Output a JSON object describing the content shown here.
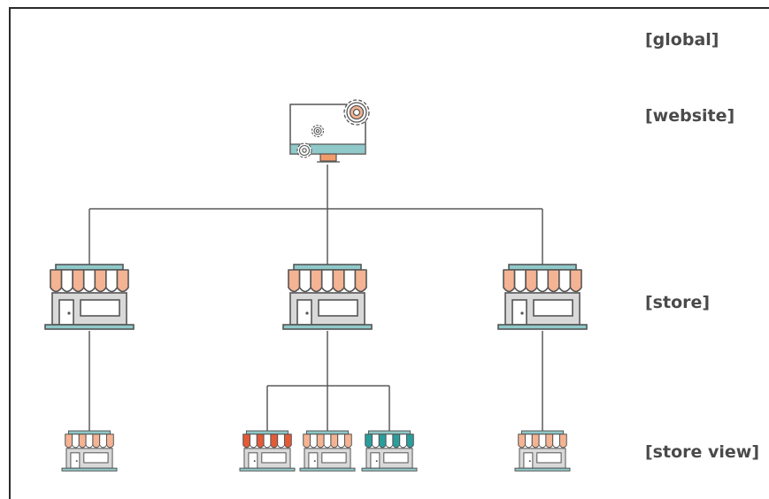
{
  "levels": {
    "global": "[global]",
    "website": "[website]",
    "store": "[store]",
    "store_view": "[store view]"
  },
  "colors": {
    "line": "#5a5a5a",
    "teal": "#8fc9c9",
    "peach": "#f4b393",
    "red": "#e35a37",
    "dark_teal": "#2a9e9c",
    "building": "#d9d9d9",
    "outline": "#555555",
    "orange_stand": "#f29b6b"
  },
  "stores": [
    {
      "awning": "peach"
    },
    {
      "awning": "peach"
    },
    {
      "awning": "peach"
    }
  ],
  "store_views": [
    {
      "awning": "peach"
    },
    {
      "awning": "red"
    },
    {
      "awning": "peach"
    },
    {
      "awning": "dark_teal"
    },
    {
      "awning": "peach"
    }
  ]
}
